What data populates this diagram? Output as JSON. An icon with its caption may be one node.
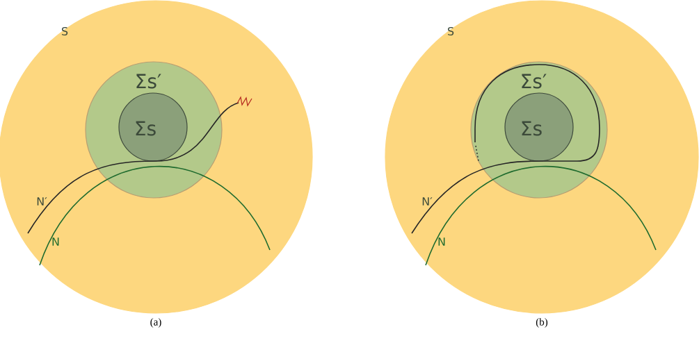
{
  "diagram": {
    "nodes": [
      {
        "text": [
          "S"
        ]
      },
      {
        "text": [
          "Σs′"
        ],
        "in": 0
      },
      {
        "text": [
          "Σs"
        ],
        "in": 1
      },
      {
        "text": [
          "S"
        ]
      },
      {
        "text": [
          "Σs′"
        ],
        "in": 3
      },
      {
        "text": [
          "Σs"
        ],
        "in": 4
      }
    ],
    "labels": [
      "N′",
      "N",
      "(a)",
      "N′",
      "N",
      "(b)"
    ]
  }
}
